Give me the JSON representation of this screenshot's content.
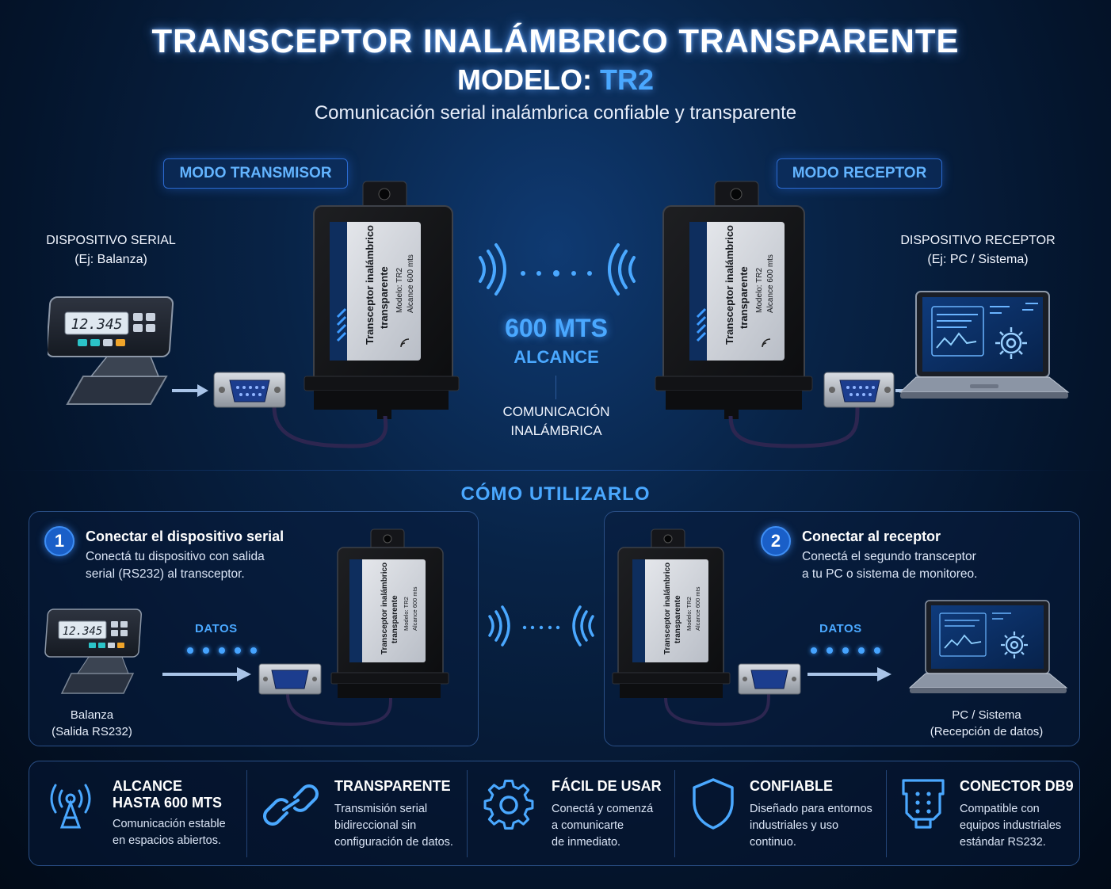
{
  "header": {
    "title": "TRANSCEPTOR INALÁMBRICO TRANSPARENTE",
    "model_prefix": "MODELO:",
    "model_name": "TR2",
    "subtitle": "Comunicación serial inalámbrica confiable y transparente"
  },
  "diagram": {
    "mode_tx": "MODO TRANSMISOR",
    "mode_rx": "MODO RECEPTOR",
    "serial_device_title": "DISPOSITIVO SERIAL",
    "serial_device_example": "(Ej: Balanza)",
    "receiver_device_title": "DISPOSITIVO RECEPTOR",
    "receiver_device_example": "(Ej: PC / Sistema)",
    "range_value": "600 MTS",
    "range_label": "ALCANCE",
    "comm_line1": "COMUNICACIÓN",
    "comm_line2": "INALÁMBRICA",
    "scale_reading": "12.345",
    "device_label_line1": "Transceptor inalámbrico",
    "device_label_line2": "transparente",
    "device_label_line3": "Modelo: TR2",
    "device_label_line4": "Alcance 600 mts"
  },
  "how_to": {
    "title": "CÓMO UTILIZARLO",
    "step1": {
      "number": "1",
      "title": "Conectar el dispositivo serial",
      "desc_line1": "Conectá tu dispositivo con salida",
      "desc_line2": "serial (RS232) al transceptor.",
      "data_label": "DATOS",
      "caption_line1": "Balanza",
      "caption_line2": "(Salida RS232)"
    },
    "step2": {
      "number": "2",
      "title": "Conectar al receptor",
      "desc_line1": "Conectá el segundo transceptor",
      "desc_line2": "a tu PC o sistema de monitoreo.",
      "data_label": "DATOS",
      "caption_line1": "PC / Sistema",
      "caption_line2": "(Recepción de datos)"
    }
  },
  "features": [
    {
      "icon": "antenna-icon",
      "title_line1": "ALCANCE",
      "title_line2": "HASTA 600 MTS",
      "desc_line1": "Comunicación estable",
      "desc_line2": "en espacios abiertos.",
      "desc_line3": ""
    },
    {
      "icon": "link-icon",
      "title_line1": "TRANSPARENTE",
      "title_line2": "",
      "desc_line1": "Transmisión serial",
      "desc_line2": "bidireccional sin",
      "desc_line3": "configuración de datos."
    },
    {
      "icon": "gear-icon",
      "title_line1": "FÁCIL DE USAR",
      "title_line2": "",
      "desc_line1": "Conectá y comenzá",
      "desc_line2": "a comunicarte",
      "desc_line3": "de inmediato."
    },
    {
      "icon": "shield-icon",
      "title_line1": "CONFIABLE",
      "title_line2": "",
      "desc_line1": "Diseñado para entornos",
      "desc_line2": "industriales y uso",
      "desc_line3": "continuo."
    },
    {
      "icon": "db9-connector-icon",
      "title_line1": "CONECTOR DB9",
      "title_line2": "",
      "desc_line1": "Compatible con",
      "desc_line2": "equipos industriales",
      "desc_line3": "estándar RS232."
    }
  ],
  "colors": {
    "accent": "#4aa8ff",
    "background": "#04142b",
    "panel_border": "#2a4f86"
  }
}
